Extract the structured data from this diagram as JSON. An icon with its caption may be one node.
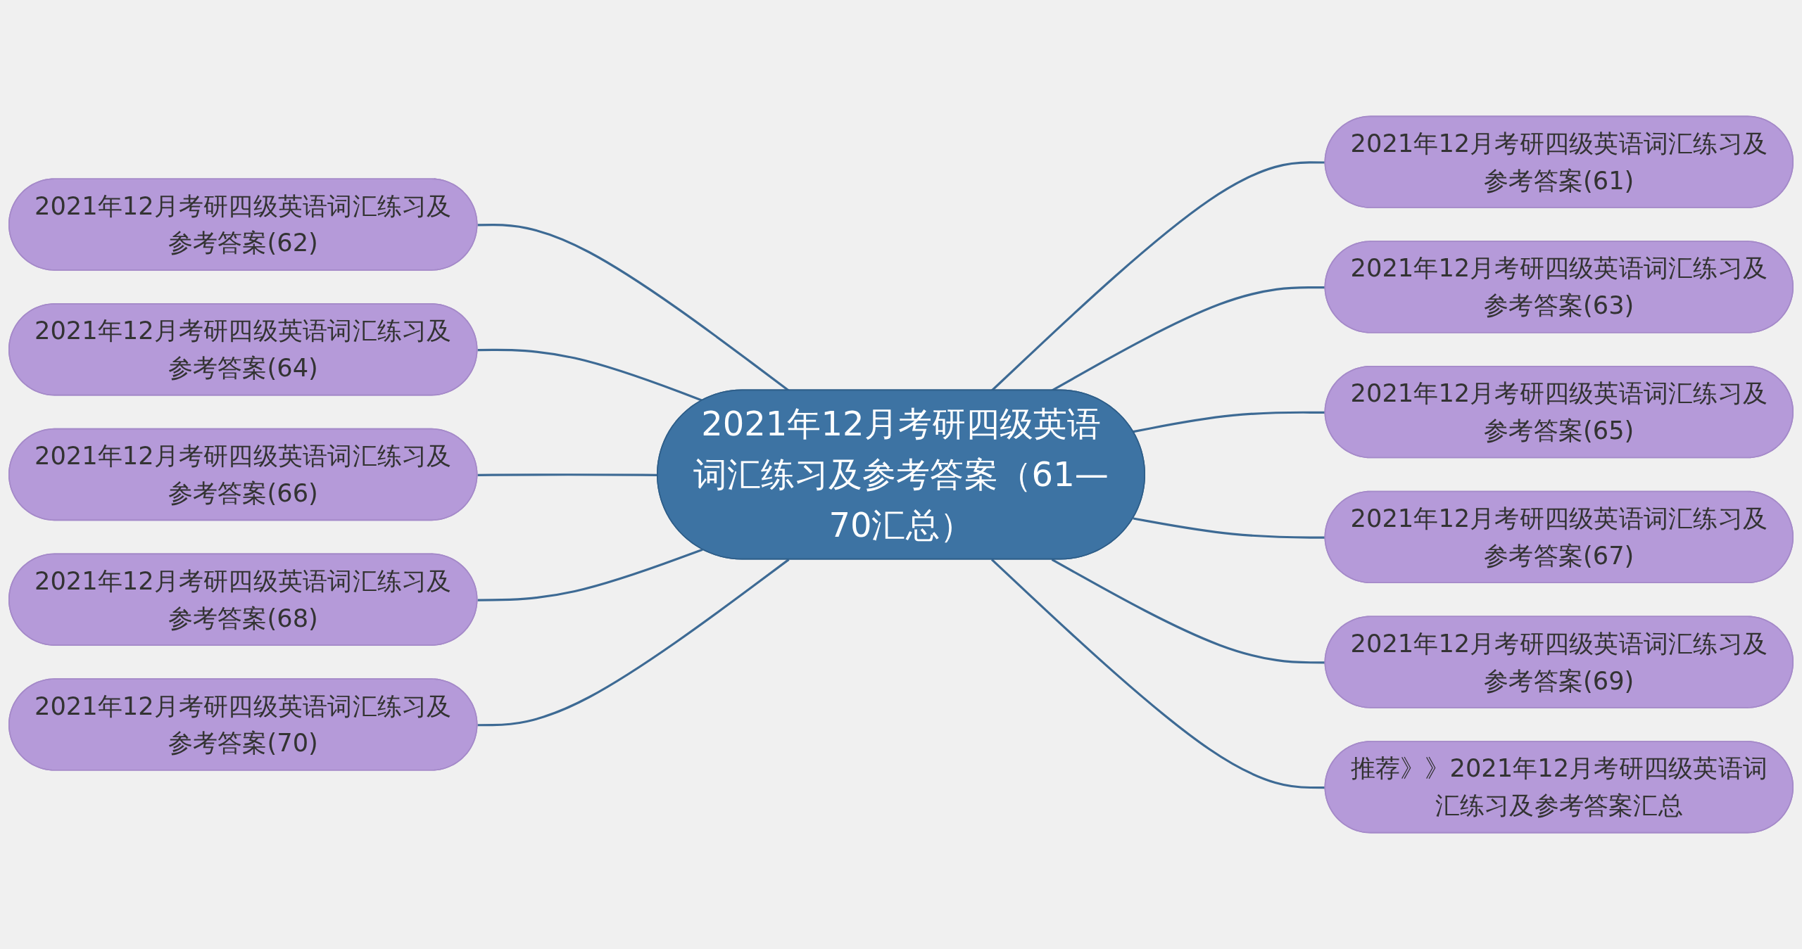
{
  "diagram": {
    "nodes": [
      {
        "text": [
          "2021年12月考研四级英语词汇练习及参考答案（61—70汇总）"
        ]
      },
      {
        "text": [
          "2021年12月考研四级英语词汇练习及参考答案(61)"
        ]
      },
      {
        "text": [
          "2021年12月考研四级英语词汇练习及参考答案(62)"
        ]
      },
      {
        "text": [
          "2021年12月考研四级英语词汇练习及参考答案(63)"
        ]
      },
      {
        "text": [
          "2021年12月考研四级英语词汇练习及参考答案(64)"
        ]
      },
      {
        "text": [
          "2021年12月考研四级英语词汇练习及参考答案(65)"
        ]
      },
      {
        "text": [
          "2021年12月考研四级英语词汇练习及参考答案(66)"
        ]
      },
      {
        "text": [
          "2021年12月考研四级英语词汇练习及参考答案(67)"
        ]
      },
      {
        "text": [
          "2021年12月考研四级英语词汇练习及参考答案(68)"
        ]
      },
      {
        "text": [
          "2021年12月考研四级英语词汇练习及参考答案(69)"
        ]
      },
      {
        "text": [
          "2021年12月考研四级英语词汇练习及参考答案(70)"
        ]
      },
      {
        "text": [
          "推荐》》2021年12月考研四级英语词汇练习及参考答案汇总"
        ]
      }
    ],
    "edges": [
      {
        "from": 0,
        "to": 1,
        "arrow": "none"
      },
      {
        "from": 0,
        "to": 2,
        "arrow": "none"
      },
      {
        "from": 0,
        "to": 3,
        "arrow": "none"
      },
      {
        "from": 0,
        "to": 4,
        "arrow": "none"
      },
      {
        "from": 0,
        "to": 5,
        "arrow": "none"
      },
      {
        "from": 0,
        "to": 6,
        "arrow": "none"
      },
      {
        "from": 0,
        "to": 7,
        "arrow": "none"
      },
      {
        "from": 0,
        "to": 8,
        "arrow": "none"
      },
      {
        "from": 0,
        "to": 9,
        "arrow": "none"
      },
      {
        "from": 0,
        "to": 10,
        "arrow": "none"
      },
      {
        "from": 0,
        "to": 11,
        "arrow": "none"
      }
    ]
  }
}
